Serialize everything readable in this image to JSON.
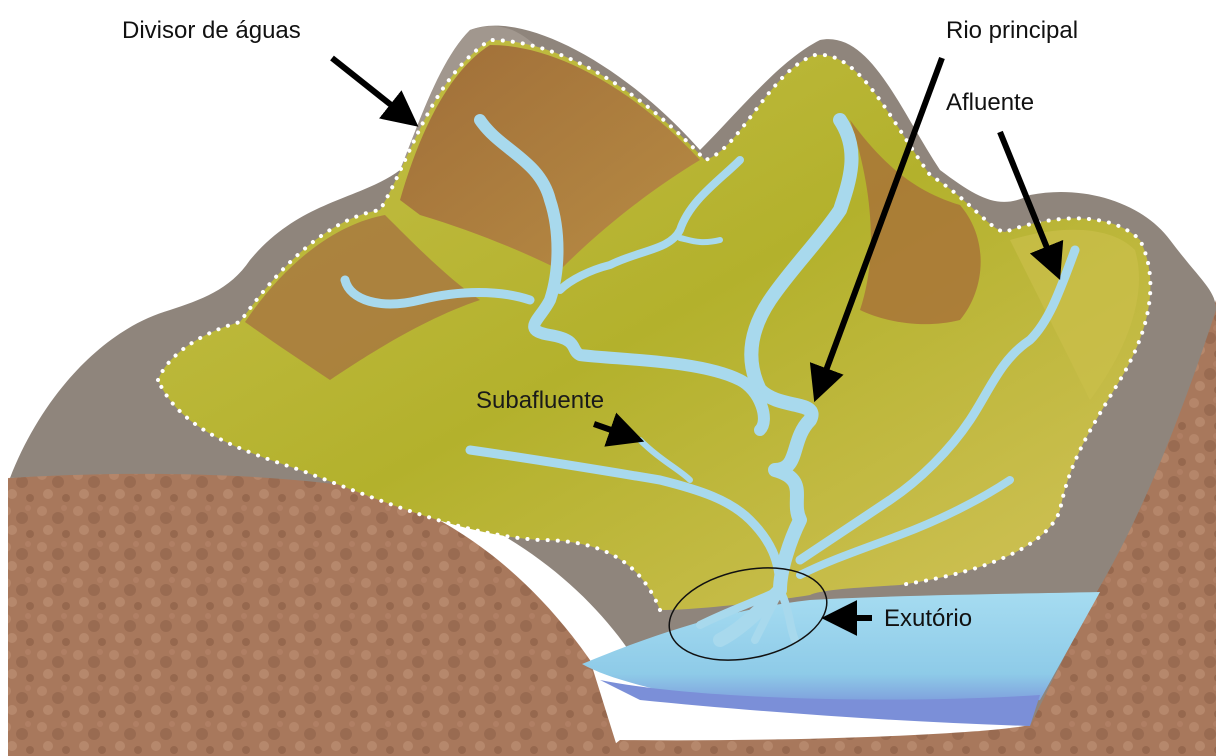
{
  "labels": {
    "divisor": "Divisor de águas",
    "rio_principal": "Rio principal",
    "afluente": "Afluente",
    "subafluente": "Subafluente",
    "exutorio": "Exutório"
  },
  "colors": {
    "background": "#ffffff",
    "soil": "#a8785c",
    "soil_dark": "#8c5f47",
    "rock": "#8f857c",
    "rock_light": "#a89e95",
    "basin_green": "#b7b733",
    "basin_yellow": "#d7c84e",
    "slope_brown": "#a9733c",
    "river": "#a8d7ea",
    "river_edge": "#7fb9d4",
    "lake": "#9fd6ee",
    "lake_deep": "#7f9fdc",
    "arrow": "#000000",
    "divide_dots": "#ffffff"
  }
}
